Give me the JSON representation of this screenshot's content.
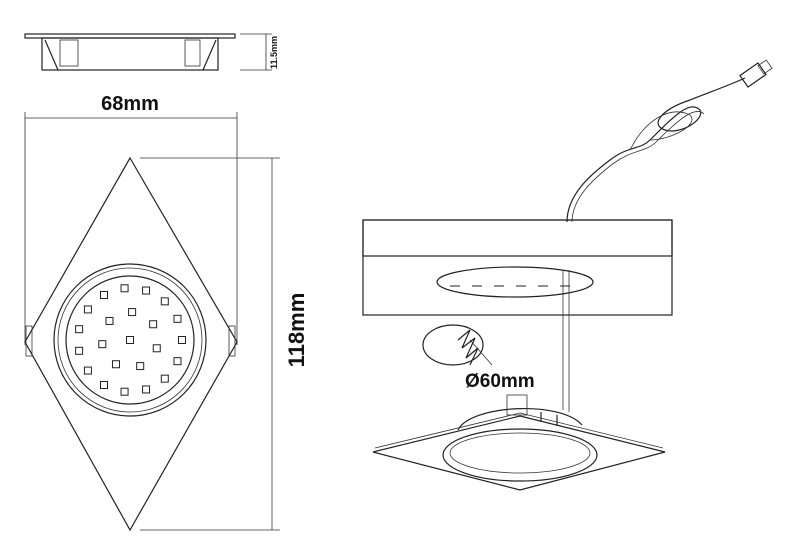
{
  "dimensions": {
    "height_side": "11.5mm",
    "width": "68mm",
    "length": "118mm",
    "cutout_diameter": "Ø60mm"
  },
  "colors": {
    "line": "#222222",
    "background": "#ffffff"
  }
}
